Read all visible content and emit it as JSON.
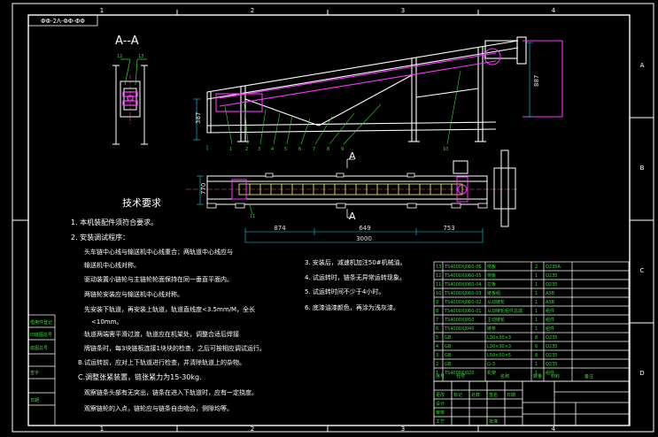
{
  "sheet": {
    "grid_columns": [
      "1",
      "2",
      "3",
      "4"
    ],
    "grid_rows": [
      "A",
      "B",
      "C",
      "D"
    ],
    "corner_stamp": "ΦΦ-2Λ-ΦΦ-ΦΦ"
  },
  "section_view": {
    "title": "A--A",
    "part_labels": [
      "12",
      "13"
    ]
  },
  "elevation_view": {
    "callouts": [
      "1",
      "2",
      "3",
      "4",
      "5",
      "6",
      "7",
      "8",
      "9",
      "10"
    ],
    "dim_left": "387",
    "dim_right": "887",
    "section_marker": "A"
  },
  "plan_view": {
    "callouts": [
      "11"
    ],
    "dim_left": "770",
    "section_marker": "A",
    "dimensions": [
      "874",
      "649",
      "753"
    ],
    "overall_length": "3000"
  },
  "notes": {
    "heading": "技术要求",
    "lines": [
      "1.   本机装配件须符合要求。",
      "2.   安装调试程序：",
      "头车链中心线与输送机中心线重合；两轨道中心线应与",
      "输送机中心线对称。",
      "驱动装置小链轮与主链轮轮面保持在同一垂直平面内。",
      "两链轮安装应与输送机中心线对称。",
      "先安装下轨道，再安装上轨道，轨道直线度<3.5mm/M，全长",
      "<10mm。",
      "轨道两端需平滑过渡，轨道应在机架处，调整合适后焊接",
      "牌链条时，每3块链板连接1块块的检查，之后可按相应调试运行。",
      "B.试运转前，应对上下轨道进行检查，并清除轨道上的杂物。",
      "C.调整张紧装置，链张紧力为15-30kg.",
      "观察链条头部有无突出，链条在进入下轨道时，应有一定挠度。",
      "观察链轮的入点，链轮应与链条自由啮合，侧隙均等。",
      "3.   安装后，减速机加注50#机械油。",
      "4.   试运转时，链条无异常运转现象。",
      "5.   试运转时间不少于4小时。",
      "6.   底漆油漆颜色，再涂为浅灰漆。"
    ]
  },
  "revision_block": {
    "rows": 8
  },
  "parts_list": {
    "rows": [
      {
        "no": "13",
        "code": "TS4000XJ060-06",
        "name": "侧板",
        "qty": "2",
        "material": "Q235A"
      },
      {
        "no": "12",
        "code": "TS4000XJ060-05",
        "name": "侧板",
        "qty": "1",
        "material": "Q235"
      },
      {
        "no": "11",
        "code": "TS4000XJ060-04",
        "name": "拉板",
        "qty": "1",
        "material": "Q235"
      },
      {
        "no": "10",
        "code": "TS4000XJ060-03",
        "name": "链板组",
        "qty": "1",
        "material": "A3B"
      },
      {
        "no": "9",
        "code": "TS4000XJ060-02",
        "name": "从动链轮",
        "qty": "1",
        "material": "A3B"
      },
      {
        "no": "8",
        "code": "TS4000XJ060-01",
        "name": "从动链轮组件总成",
        "qty": "1",
        "material": "组件"
      },
      {
        "no": "7",
        "code": "TS4000XJ050",
        "name": "主动链轮",
        "qty": "1",
        "material": "组件"
      },
      {
        "no": "6",
        "code": "TS4000XJ040",
        "name": "链条",
        "qty": "1",
        "material": "组件"
      },
      {
        "no": "5",
        "code": "GB",
        "name": "L30×30×3",
        "qty": "8",
        "material": "Q235"
      },
      {
        "no": "4",
        "code": "GB",
        "name": "L30×30×3",
        "qty": "6",
        "material": "Q235"
      },
      {
        "no": "3",
        "code": "GB",
        "name": "L50×50×5",
        "qty": "8",
        "material": "Q235"
      },
      {
        "no": "2",
        "code": "GB",
        "name": "Q-3",
        "qty": "1",
        "material": "Q235"
      },
      {
        "no": "1",
        "code": "TS4000XJ020",
        "name": "机架",
        "qty": "1",
        "material": "组件"
      }
    ],
    "header": [
      "序号",
      "代号",
      "名称",
      "数量",
      "材料",
      "备注"
    ]
  },
  "title_block": {
    "cells": [
      "更改",
      "标记",
      "处数",
      "签名",
      "日期",
      "设计",
      "审核",
      "工艺",
      "批准"
    ],
    "drawing_title": "",
    "drawing_no": ""
  },
  "left_stamps": {
    "labels": [
      "借用件登记",
      "旧底图总号",
      "底图总号",
      "签字",
      "日期"
    ]
  },
  "colors": {
    "background": "#000000",
    "frame": "#ffffff",
    "structure": "#ffffff",
    "chain": "#ff33ff",
    "dimension": "#00ddff",
    "magenta_dim": "#ff44ff",
    "leader": "#33dd33",
    "notes": "#ffffff"
  }
}
